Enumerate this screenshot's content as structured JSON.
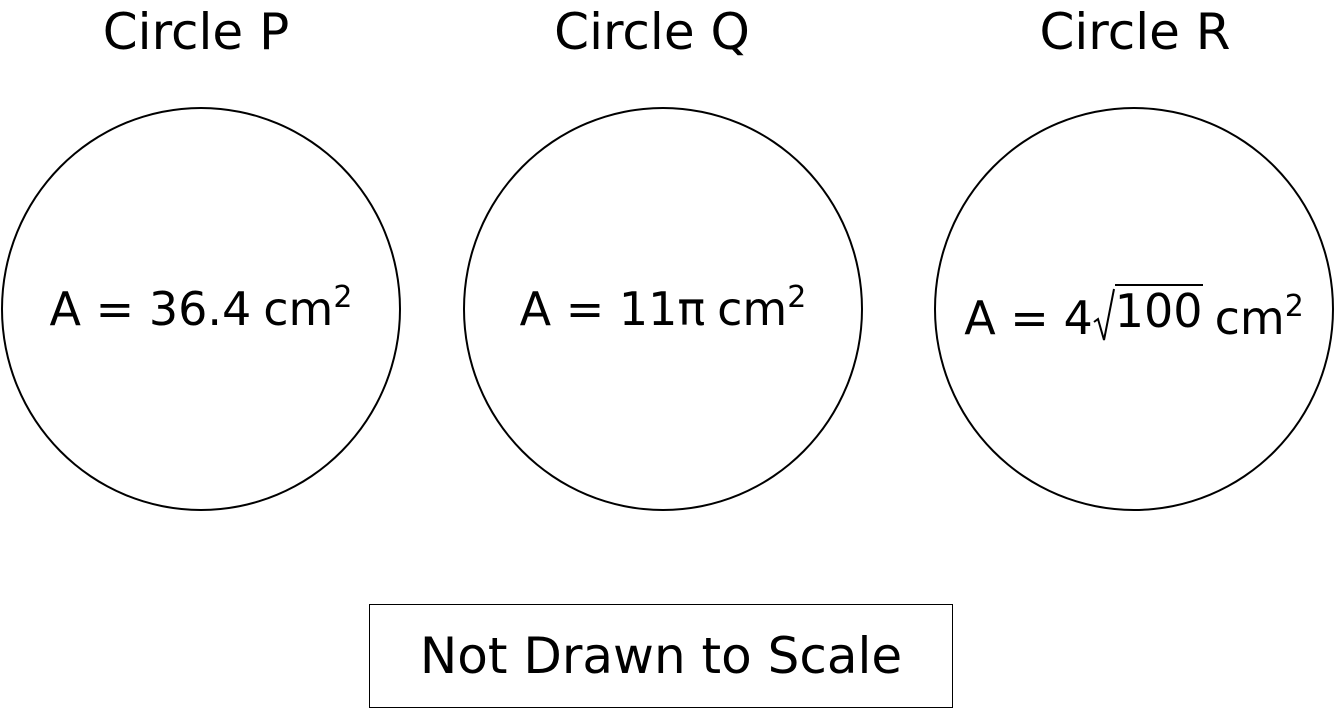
{
  "circles": [
    {
      "title": "Circle P",
      "area": {
        "prefix": "A = ",
        "value": "36.4",
        "unit": "cm",
        "exponent": "2"
      }
    },
    {
      "title": "Circle Q",
      "area": {
        "prefix": "A = ",
        "value": "11π",
        "unit": "cm",
        "exponent": "2"
      }
    },
    {
      "title": "Circle R",
      "area": {
        "prefix": "A = ",
        "coefficient": "4",
        "radicand": "100",
        "unit": "cm",
        "exponent": "2"
      }
    }
  ],
  "note": "Not Drawn to Scale"
}
